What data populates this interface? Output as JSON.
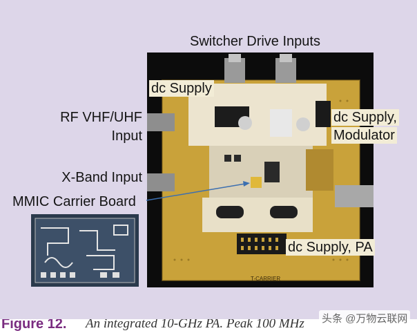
{
  "title": "Switcher Drive Inputs",
  "labels": {
    "dc_supply": "dc Supply",
    "rf_input_line1": "RF VHF/UHF",
    "rf_input_line2": "Input",
    "xband_input": "X-Band Input",
    "mmic_carrier": "MMIC Carrier Board",
    "dc_mod_line1": "dc Supply,",
    "dc_mod_line2": "Modulator",
    "dc_pa": "dc Supply, PA"
  },
  "board_marking": "T-CARRIER",
  "caption": {
    "figure_label": "Figure 12.",
    "text": "An integrated 10-GHz PA. Peak 100 MHz"
  },
  "watermark": "头条 @万物云联网",
  "colors": {
    "panel_bg": "#ddd6e9",
    "board_gold": "#c9a23a",
    "arrow_blue": "#3c6fb0"
  }
}
